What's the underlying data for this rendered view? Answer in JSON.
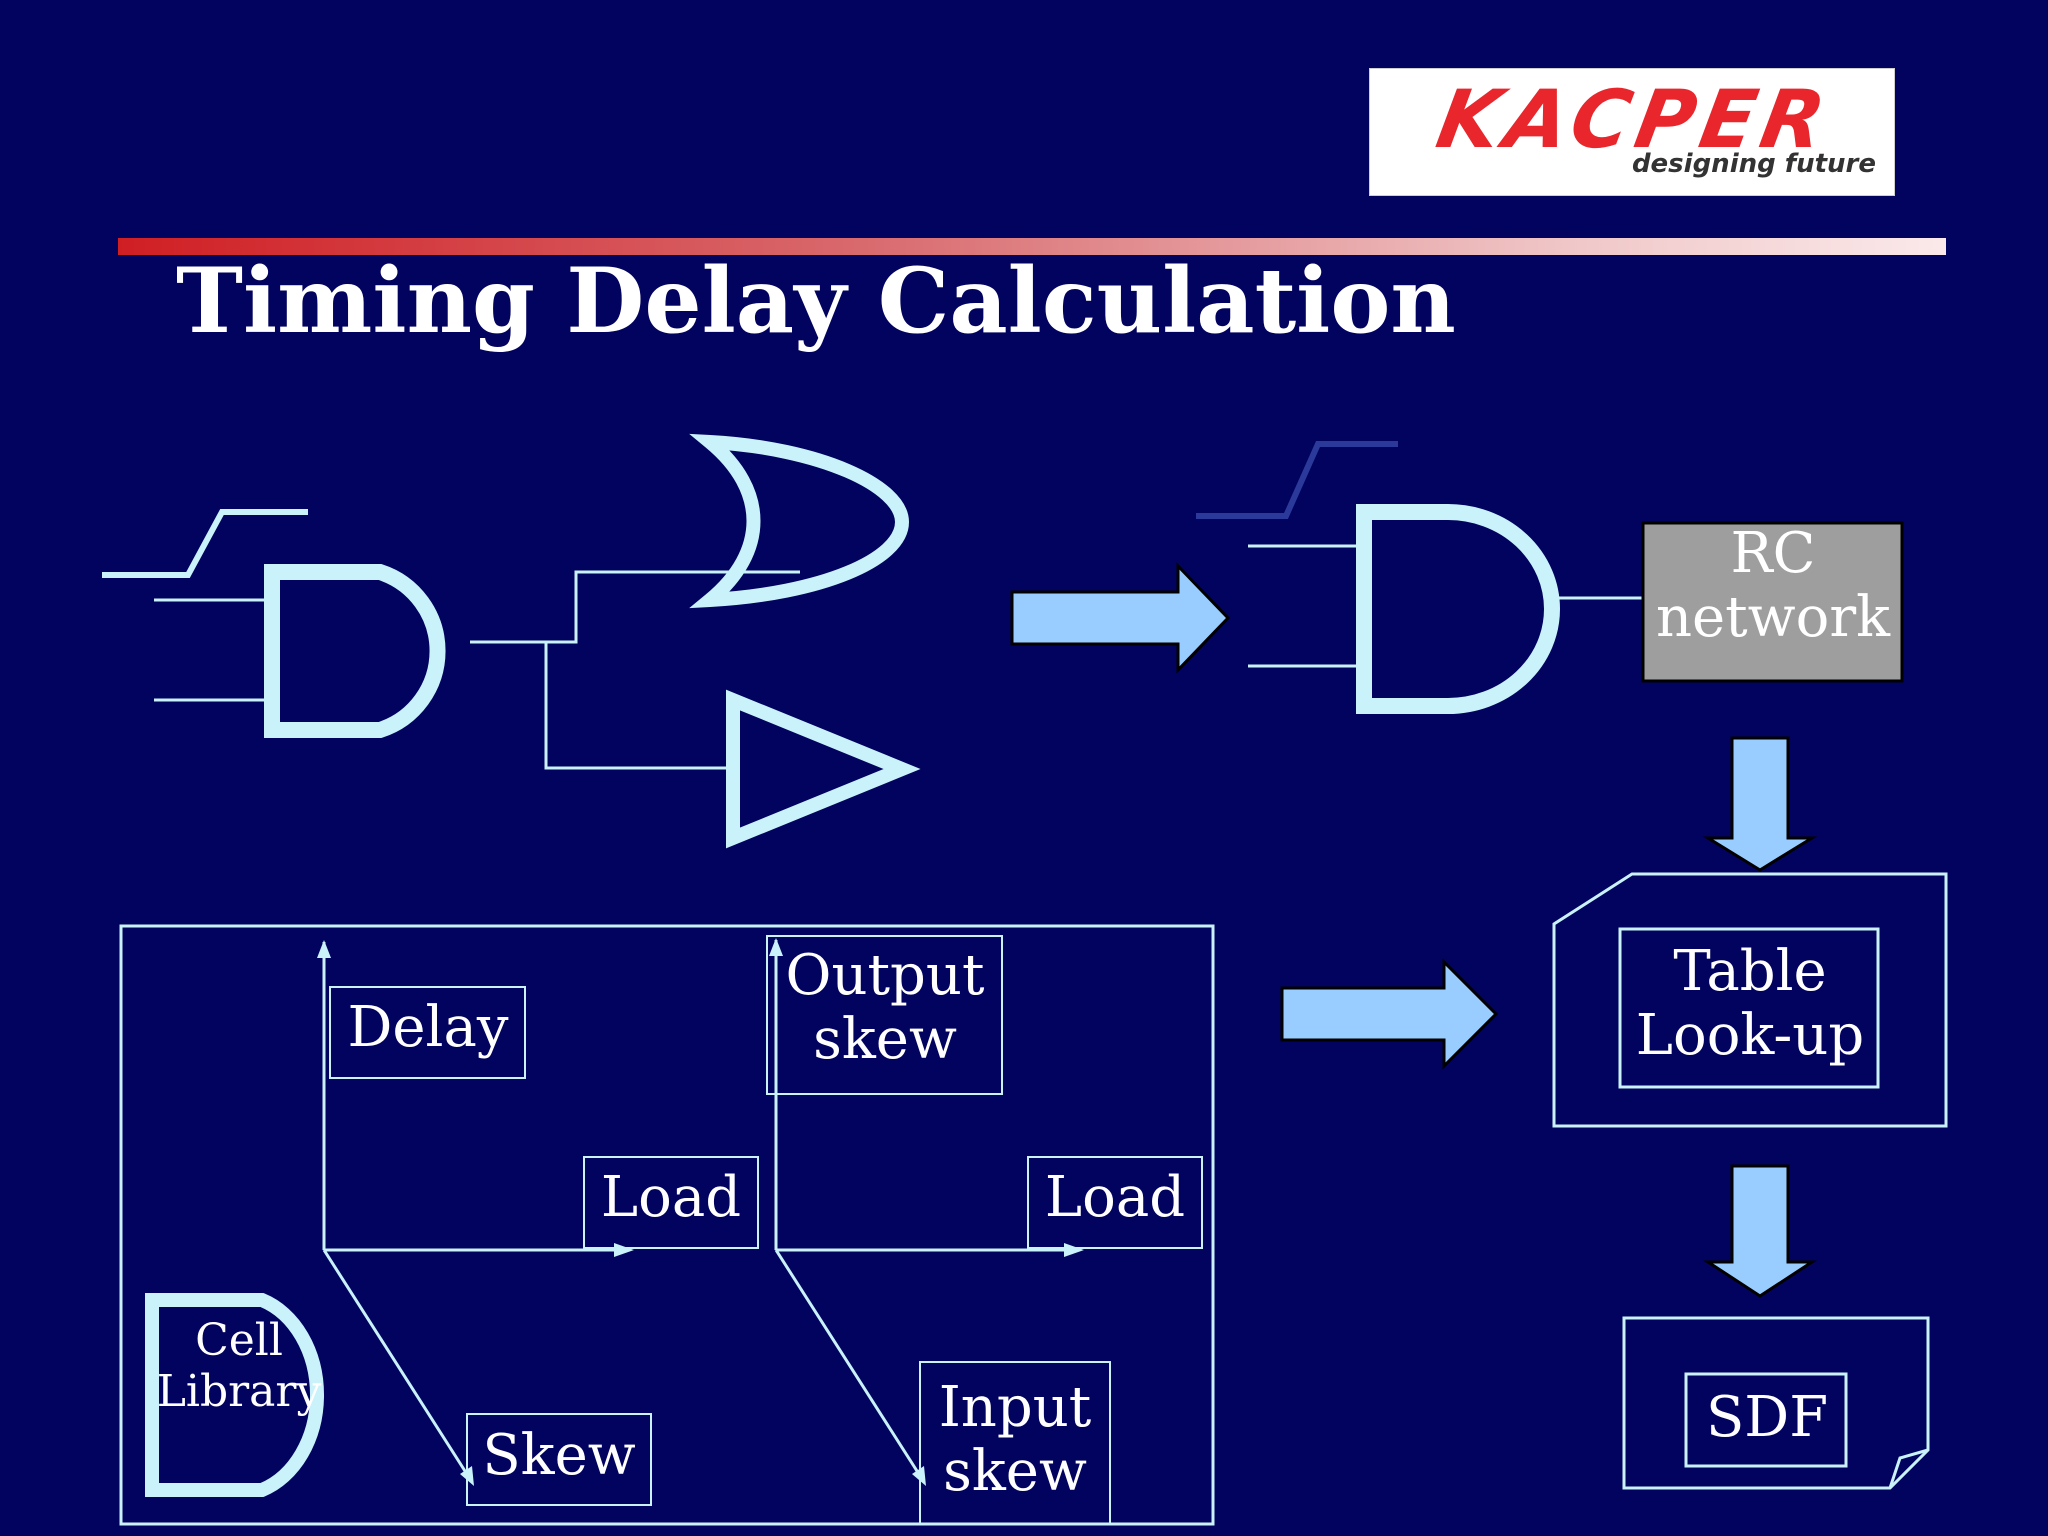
{
  "slide": {
    "title": "Timing Delay Calculation"
  },
  "logo": {
    "name": "KACPER",
    "tagline": "designing future"
  },
  "labels": {
    "rc_network": "RC network",
    "table_lookup": "Table Look-up",
    "sdf": "SDF",
    "delay": "Delay",
    "output_skew": "Output skew",
    "load_1": "Load",
    "load_2": "Load",
    "skew": "Skew",
    "input_skew": "Input skew",
    "cell_library": "Cell Library"
  },
  "colors": {
    "background": "#02035e",
    "gate_fill": "#c9f2fb",
    "arrow_fill": "#99ccff",
    "rc_box": "#9e9e9e",
    "logo_red": "#e8262b",
    "title_bar_start": "#d01f24"
  }
}
